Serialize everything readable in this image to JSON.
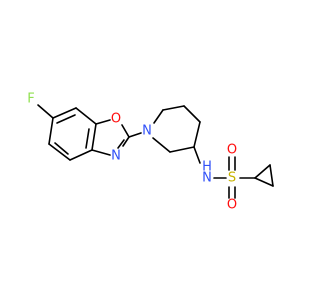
{
  "molecule": {
    "atoms": {
      "fluorine": "F",
      "oxygen_ring": "O",
      "nitrogen_ring": "N",
      "nitrogen_piperidine": "N",
      "nitrogen_amide": "N",
      "hydrogen_amide": "H",
      "sulfur": "S",
      "oxygen_sulfonyl_top": "O",
      "oxygen_sulfonyl_bottom": "O"
    },
    "colors": {
      "bond": "#000000",
      "fluorine": "#90E050",
      "oxygen": "#FF0D0D",
      "nitrogen": "#3050F8",
      "sulfur": "#C8B400"
    }
  }
}
